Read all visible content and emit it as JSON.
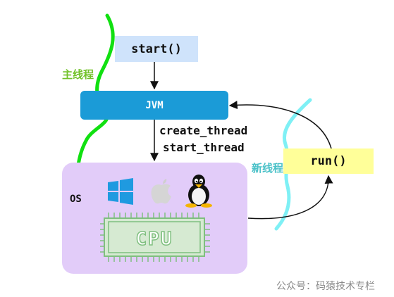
{
  "nodes": {
    "start": "start()",
    "jvm": "JVM",
    "os": "OS",
    "run": "run()"
  },
  "edge_labels": {
    "create_thread": "create_thread",
    "start_thread": "start_thread"
  },
  "thread_labels": {
    "main_thread": "主线程",
    "new_thread": "新线程"
  },
  "chip_label": "CPU",
  "watermark": "公众号：码猿技术专栏",
  "colors": {
    "start_box": "#cfe3fb",
    "jvm_box": "#1b9bd7",
    "os_box": "#e2ccf9",
    "run_box": "#ffff99",
    "main_thread_line": "#11e011",
    "new_thread_line": "#7ff0f5",
    "chip_green": "#7fbf7f"
  },
  "icons": [
    "windows-icon",
    "apple-icon",
    "linux-penguin-icon",
    "cpu-chip-icon"
  ]
}
